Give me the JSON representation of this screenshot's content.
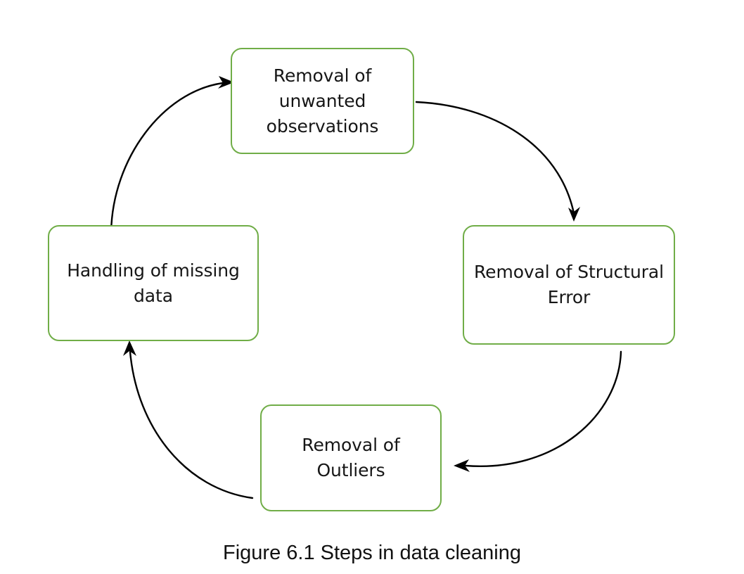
{
  "figure": {
    "caption": "Figure 6.1 Steps in data cleaning",
    "accent_color": "#70ad47",
    "arrow_color": "#000000",
    "text_color": "#161616",
    "background_color": "#ffffff"
  },
  "diagram": {
    "type": "cycle",
    "direction": "clockwise",
    "nodes": [
      {
        "id": "top",
        "label": "Removal of\nunwanted\nobservations",
        "position": "top"
      },
      {
        "id": "right",
        "label": "Removal of Structural\nError",
        "position": "right"
      },
      {
        "id": "bottom",
        "label": "Removal of\nOutliers",
        "position": "bottom"
      },
      {
        "id": "left",
        "label": "Handling of missing\ndata",
        "position": "left"
      }
    ],
    "edges": [
      {
        "id": "top-to-right",
        "from": "top",
        "to": "right",
        "style": "curved-arrow"
      },
      {
        "id": "right-to-bottom",
        "from": "right",
        "to": "bottom",
        "style": "curved-arrow"
      },
      {
        "id": "bottom-to-left",
        "from": "bottom",
        "to": "left",
        "style": "curved-arrow"
      },
      {
        "id": "left-to-top",
        "from": "left",
        "to": "top",
        "style": "curved-arrow"
      }
    ]
  }
}
